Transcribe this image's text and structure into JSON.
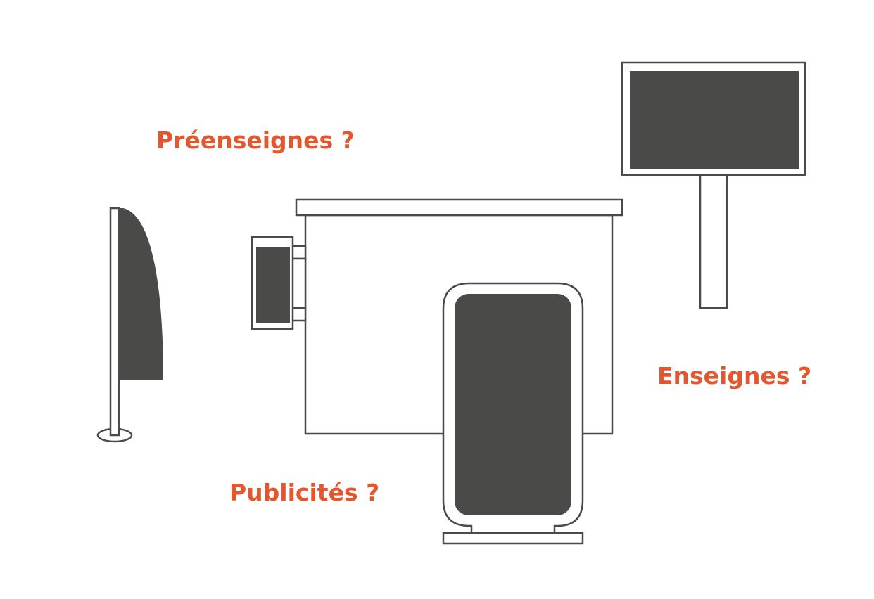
{
  "labels": {
    "preenseignes": "Préenseignes ?",
    "enseignes": "Enseignes ?",
    "publicites": "Publicités ?"
  },
  "colors": {
    "accent": "#e4572e",
    "stroke": "#4a4a48",
    "panel_fill": "#4a4a48",
    "background": "#ffffff"
  },
  "icons": {
    "flag": "flag-banner-icon",
    "pole_sign": "pole-sign-icon",
    "shopfront": "shopfront-icon",
    "projecting_sign": "projecting-sign-icon",
    "billboard_totem": "billboard-totem-icon"
  }
}
